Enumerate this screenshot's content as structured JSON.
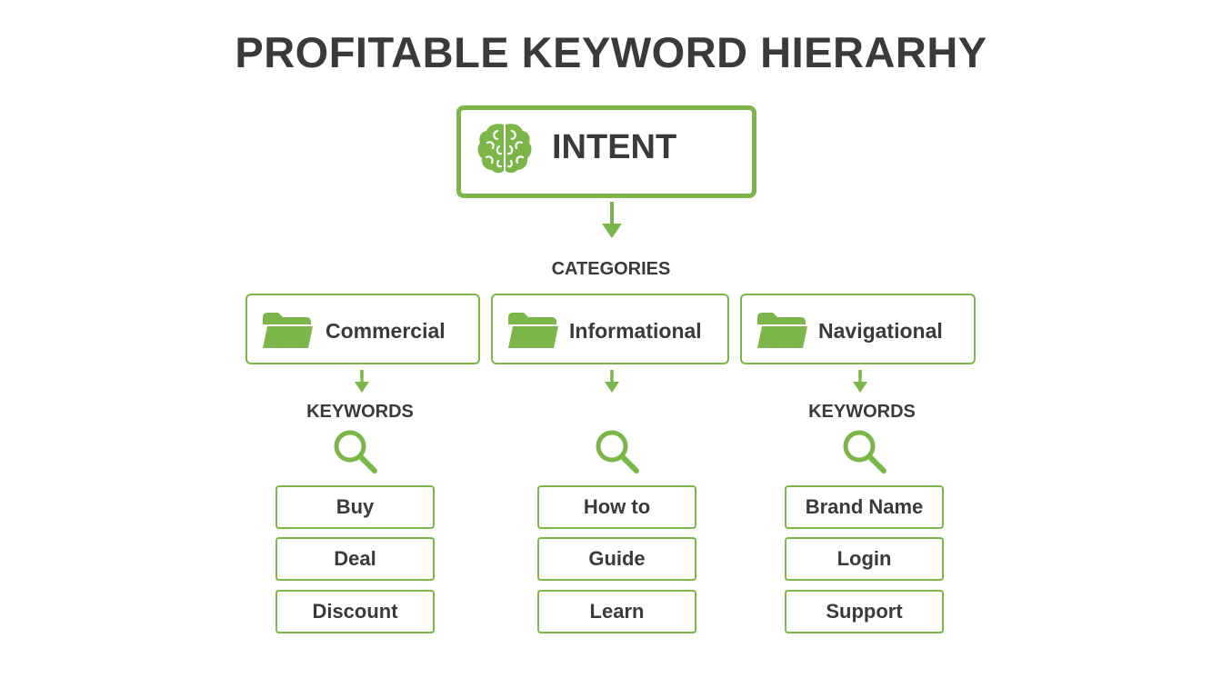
{
  "title": "PROFITABLE KEYWORD HIERARHY",
  "intent": {
    "label": "INTENT",
    "icon": "brain-icon"
  },
  "categories_label": "CATEGORIES",
  "categories": [
    {
      "label": "Commercial",
      "icon": "folder-icon"
    },
    {
      "label": "Informational",
      "icon": "folder-icon"
    },
    {
      "label": "Navigational",
      "icon": "folder-icon"
    }
  ],
  "keywords_label": "KEYWORDS",
  "keyword_columns": [
    {
      "header": "KEYWORDS",
      "items": [
        "Buy",
        "Deal",
        "Discount"
      ]
    },
    {
      "header": "",
      "items": [
        "How to",
        "Guide",
        "Learn"
      ]
    },
    {
      "header": "KEYWORDS",
      "items": [
        "Brand Name",
        "Login",
        "Support"
      ]
    }
  ],
  "colors": {
    "accent": "#7ab648",
    "text": "#3a3a3a",
    "background": "#ffffff"
  }
}
